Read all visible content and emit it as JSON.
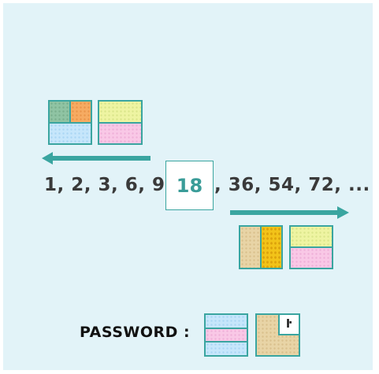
{
  "puzzle": {
    "sequence_left": "1, 2, 3, 6, 9,",
    "answer": "18",
    "sequence_right": ", 36, 54, 72, ...",
    "password_label": "PASSWORD :",
    "password_tile_mark": "ŀ"
  },
  "colors": {
    "panel_bg": "#e2f3f8",
    "accent_teal": "#3aa5a0",
    "answer_text": "#3a9c98"
  },
  "arrows": [
    {
      "direction": "left"
    },
    {
      "direction": "right"
    }
  ]
}
